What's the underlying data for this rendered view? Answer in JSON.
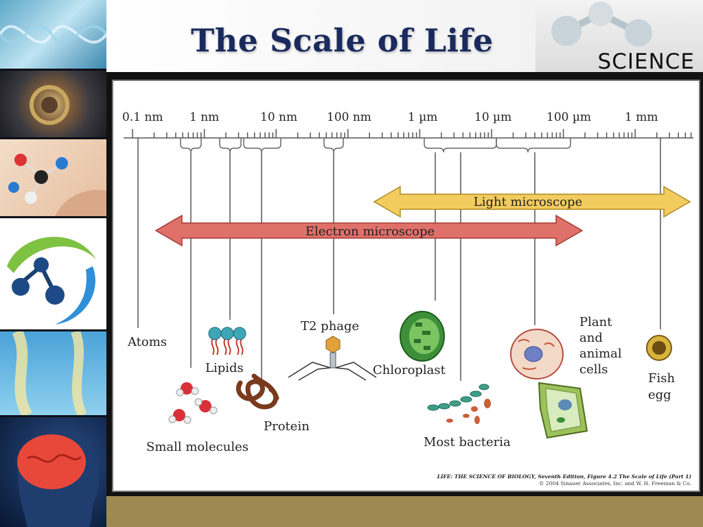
{
  "slide": {
    "title": "The Scale of Life",
    "logo_text": "SCIENCE"
  },
  "sidebar": {
    "thumbnails": [
      {
        "icon": "dna-helix-image"
      },
      {
        "icon": "particle-accelerator-image"
      },
      {
        "icon": "molecular-model-hand-image"
      },
      {
        "icon": "molecule-logo-image"
      },
      {
        "icon": "chromosome-image"
      },
      {
        "icon": "brain-head-image"
      }
    ]
  },
  "figure": {
    "scale_labels": [
      "0.1 nm",
      "1 nm",
      "10 nm",
      "100 nm",
      "1 µm",
      "10 µm",
      "100 µm",
      "1 mm"
    ],
    "light_microscope": "Light microscope",
    "electron_microscope": "Electron microscope",
    "items": {
      "atoms": "Atoms",
      "lipids": "Lipids",
      "small_molecules": "Small molecules",
      "protein": "Protein",
      "t2_phage": "T2 phage",
      "chloroplast": "Chloroplast",
      "most_bacteria": "Most bacteria",
      "plant_animal_cells": [
        "Plant",
        "and",
        "animal",
        "cells"
      ],
      "fish_egg": [
        "Fish",
        "egg"
      ]
    },
    "credit_line1": "LIFE: THE SCIENCE OF BIOLOGY, Seventh Edition, Figure 4.2 The Scale of Life (Part 1)",
    "credit_line2": "© 2004 Sinauer Associates, Inc. and W. H. Freeman & Co.",
    "colors": {
      "light_arrow": "#f2cc5e",
      "electron_arrow": "#e0706a",
      "title": "#1a2a5e",
      "footer_bar": "#9c8a52"
    }
  }
}
